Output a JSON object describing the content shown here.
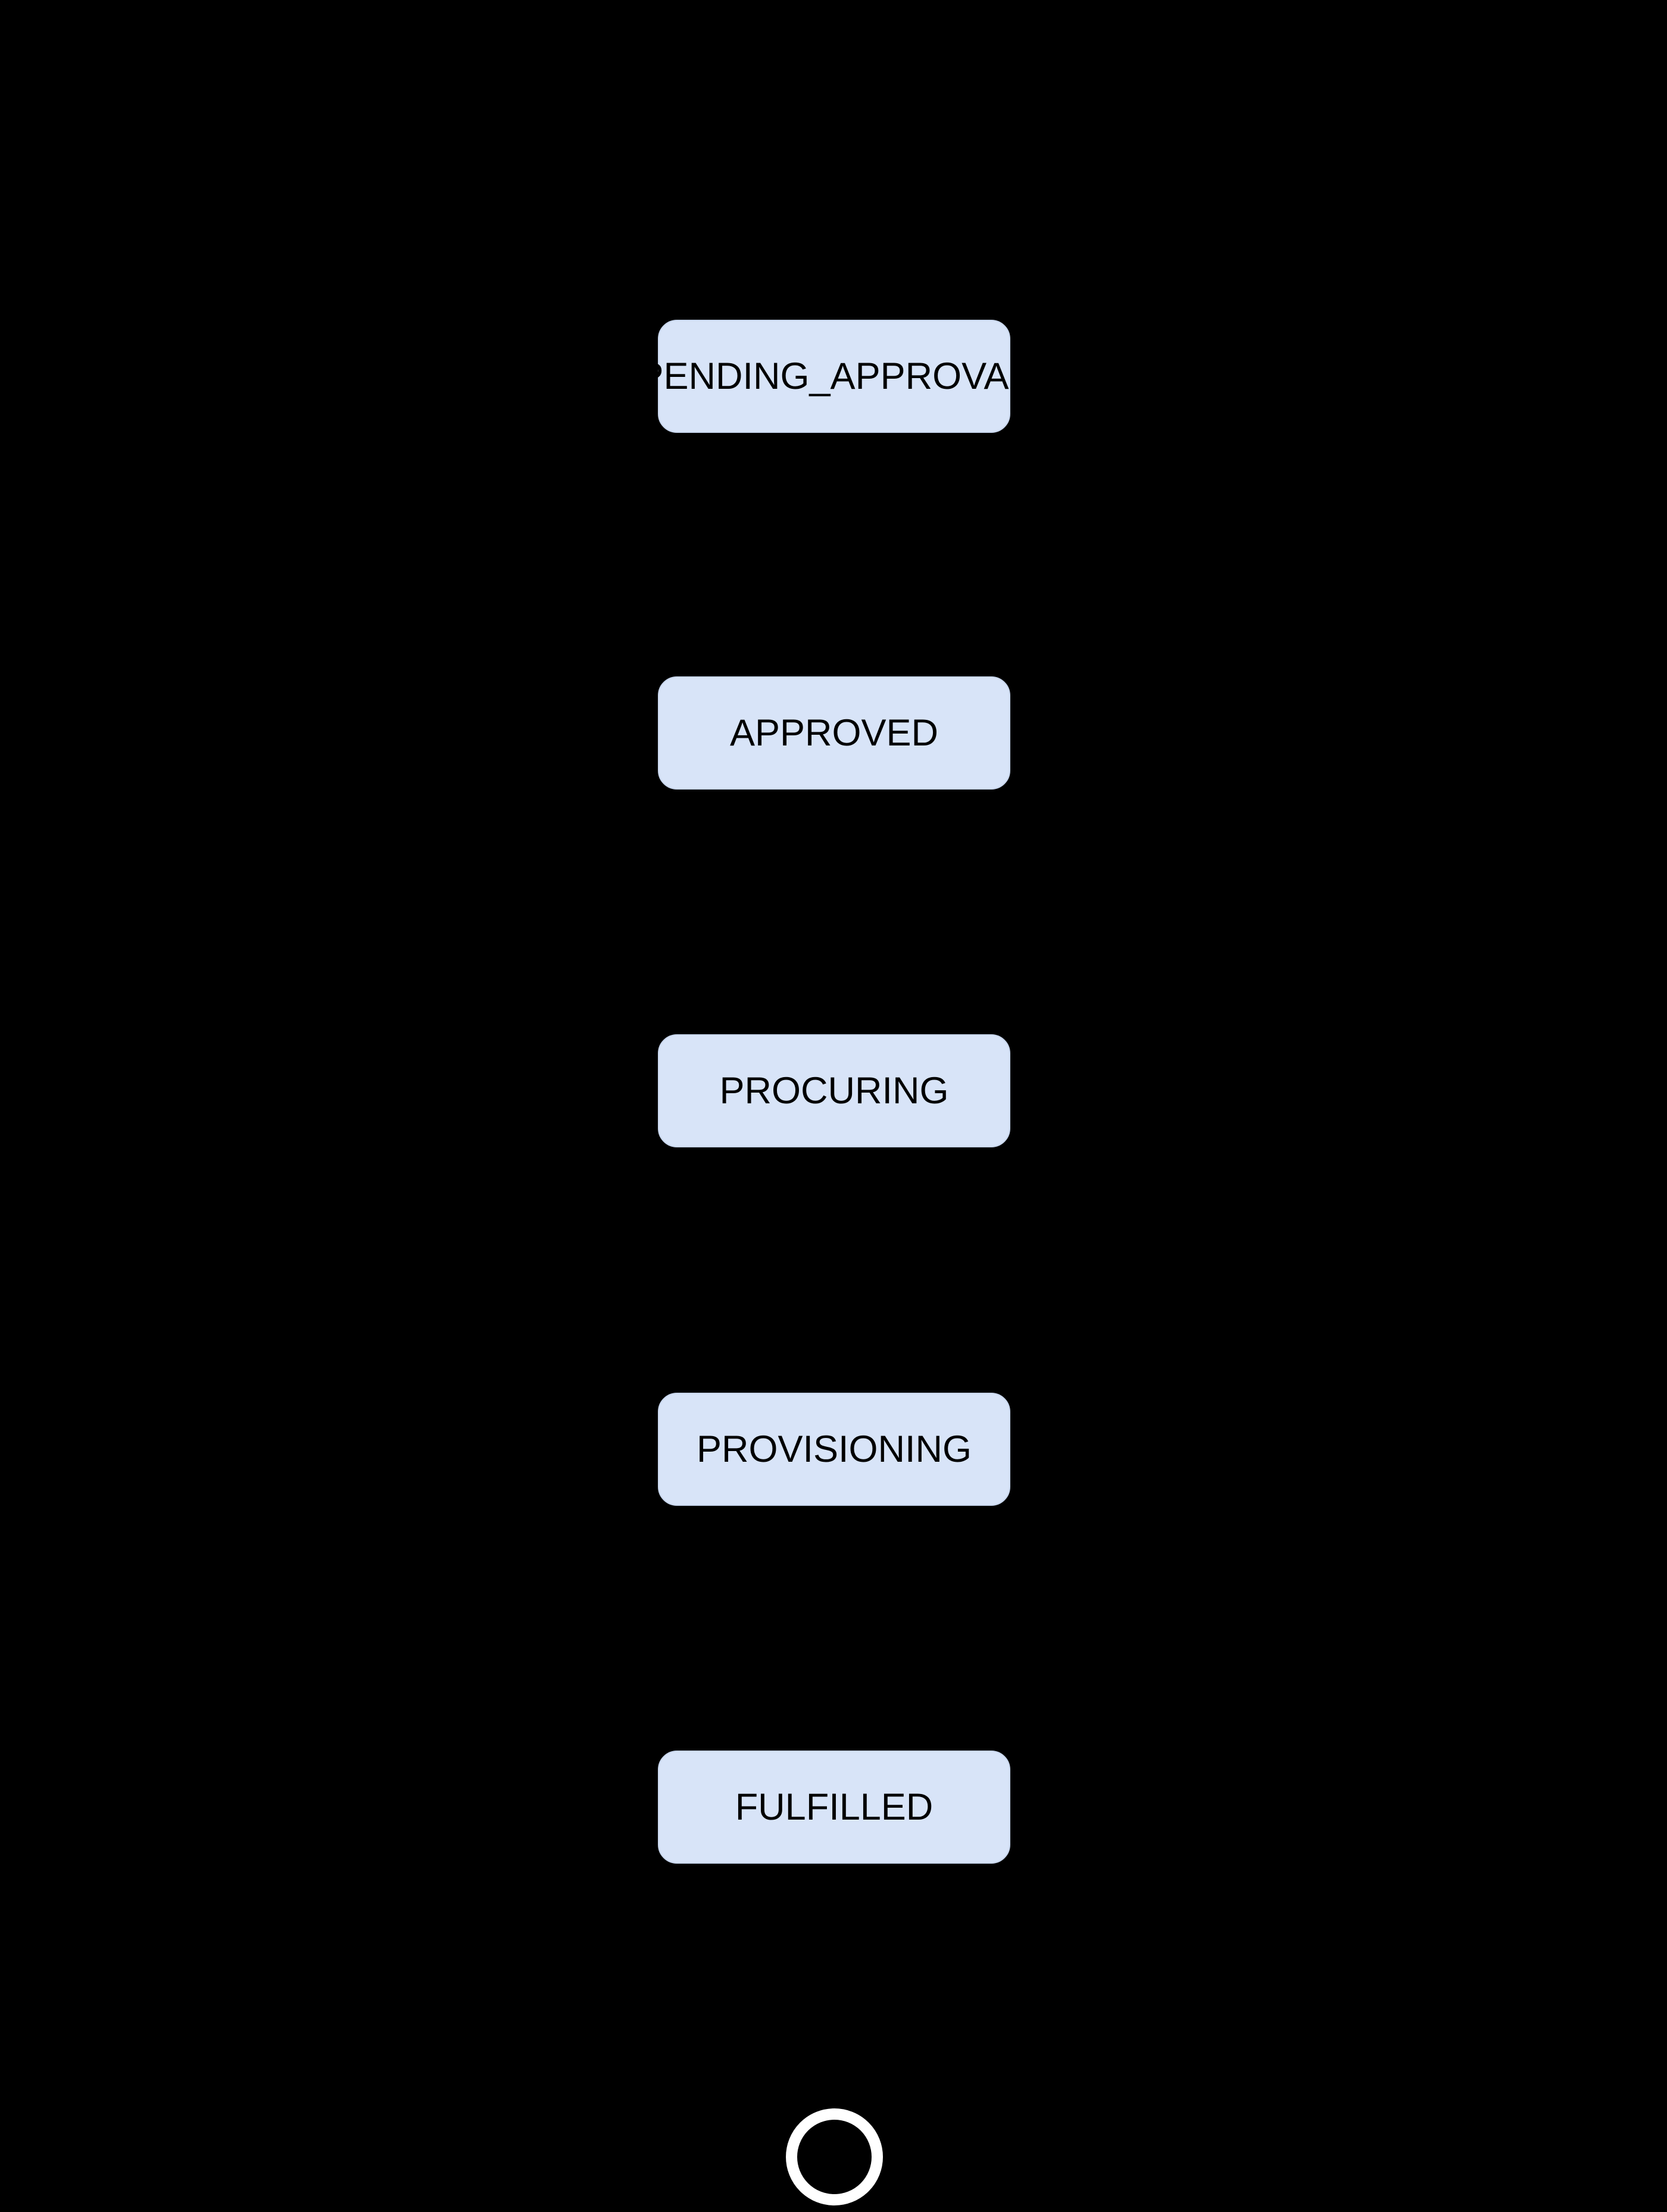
{
  "diagram": {
    "kind": "state-diagram",
    "background_color": "#000000",
    "node_fill_color": "#d8e4f8",
    "node_text_color": "#000000",
    "final_state_ring_color": "#ffffff",
    "states": [
      {
        "label": "PENDING_APPROVAL"
      },
      {
        "label": "APPROVED"
      },
      {
        "label": "PROCURING"
      },
      {
        "label": "PROVISIONING"
      },
      {
        "label": "FULFILLED"
      }
    ]
  }
}
